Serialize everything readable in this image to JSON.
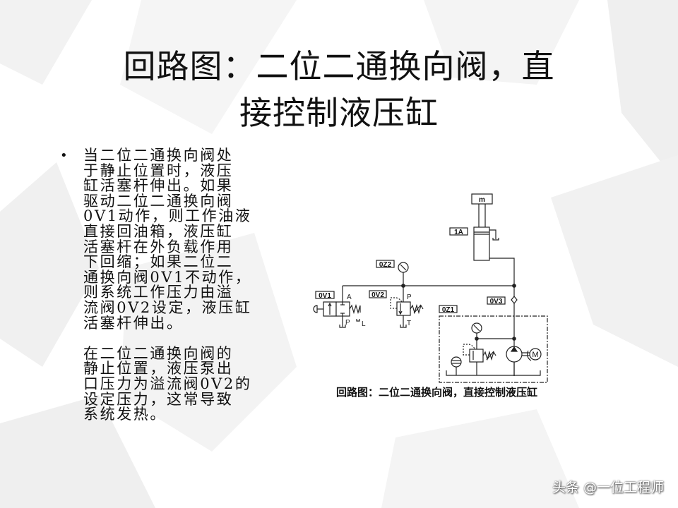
{
  "title": {
    "line1": "回路图：二位二通换向阀，直",
    "line2": "接控制液压缸"
  },
  "body": {
    "bullet": "•",
    "paragraph1": [
      "当二位二通换向阀处",
      "于静止位置时，液压",
      "缸活塞杆伸出。如果",
      "驱动二位二通换向阀",
      "0V1动作，则工作油液",
      "直接回油箱，液压缸",
      "活塞杆在外负载作用",
      "下回缩；如果二位二",
      "通换向阀0V1不动作，",
      "则系统工作压力由溢",
      "流阀0V2设定，液压缸",
      "活塞杆伸出。"
    ],
    "paragraph2": [
      "在二位二通换向阀的",
      "静止位置，液压泵出",
      "口压力为溢流阀0V2的",
      "设定压力，这常导致",
      "系统发热。"
    ]
  },
  "diagram": {
    "labels": {
      "mass": "m",
      "cylinder": "1A",
      "gauge": "0Z2",
      "valve1": "0V1",
      "valve2": "0V2",
      "check": "0V3",
      "power_unit": "0Z1",
      "motor": "M",
      "port_A": "A",
      "port_P1": "P",
      "port_L": "L",
      "port_P2": "P",
      "port_T": "T"
    },
    "caption": "回路图：二位二通换向阀，直接控制液压缸"
  },
  "watermark": "头条 @一位工程师"
}
